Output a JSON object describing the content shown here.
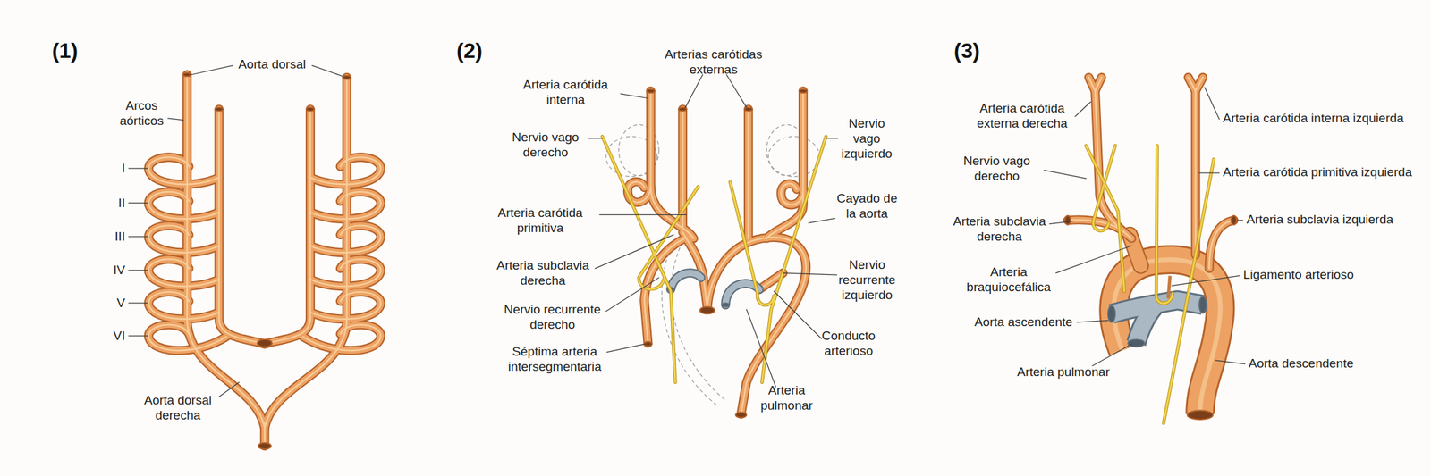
{
  "diagram": {
    "labels": [
      "(1)",
      "Aorta dorsal",
      "Arcos aórticos",
      "I",
      "II",
      "III",
      "IV",
      "V",
      "VI",
      "Aorta dorsal derecha",
      "(2)",
      "Arterias carótidas externas",
      "Arteria carótida interna",
      "Nervio vago derecho",
      "Nervio vago izquierdo",
      "Arteria carótida primitiva",
      "Cayado de la aorta",
      "Arteria subclavia derecha",
      "Nervio recurrente izquierdo",
      "Nervio recurrente derecho",
      "Conducto arterioso",
      "Séptima arteria intersegmentaria",
      "Arteria pulmonar",
      "(3)",
      "Arteria carótida externa derecha",
      "Arteria carótida interna izquierda",
      "Nervio vago derecho",
      "Arteria carótida primitiva izquierda",
      "Arteria subclavia derecha",
      "Arteria subclavia izquierda",
      "Arteria braquiocefálica",
      "Ligamento arterioso",
      "Aorta ascendente",
      "Arteria pulmonar",
      "Aorta descendente"
    ]
  }
}
